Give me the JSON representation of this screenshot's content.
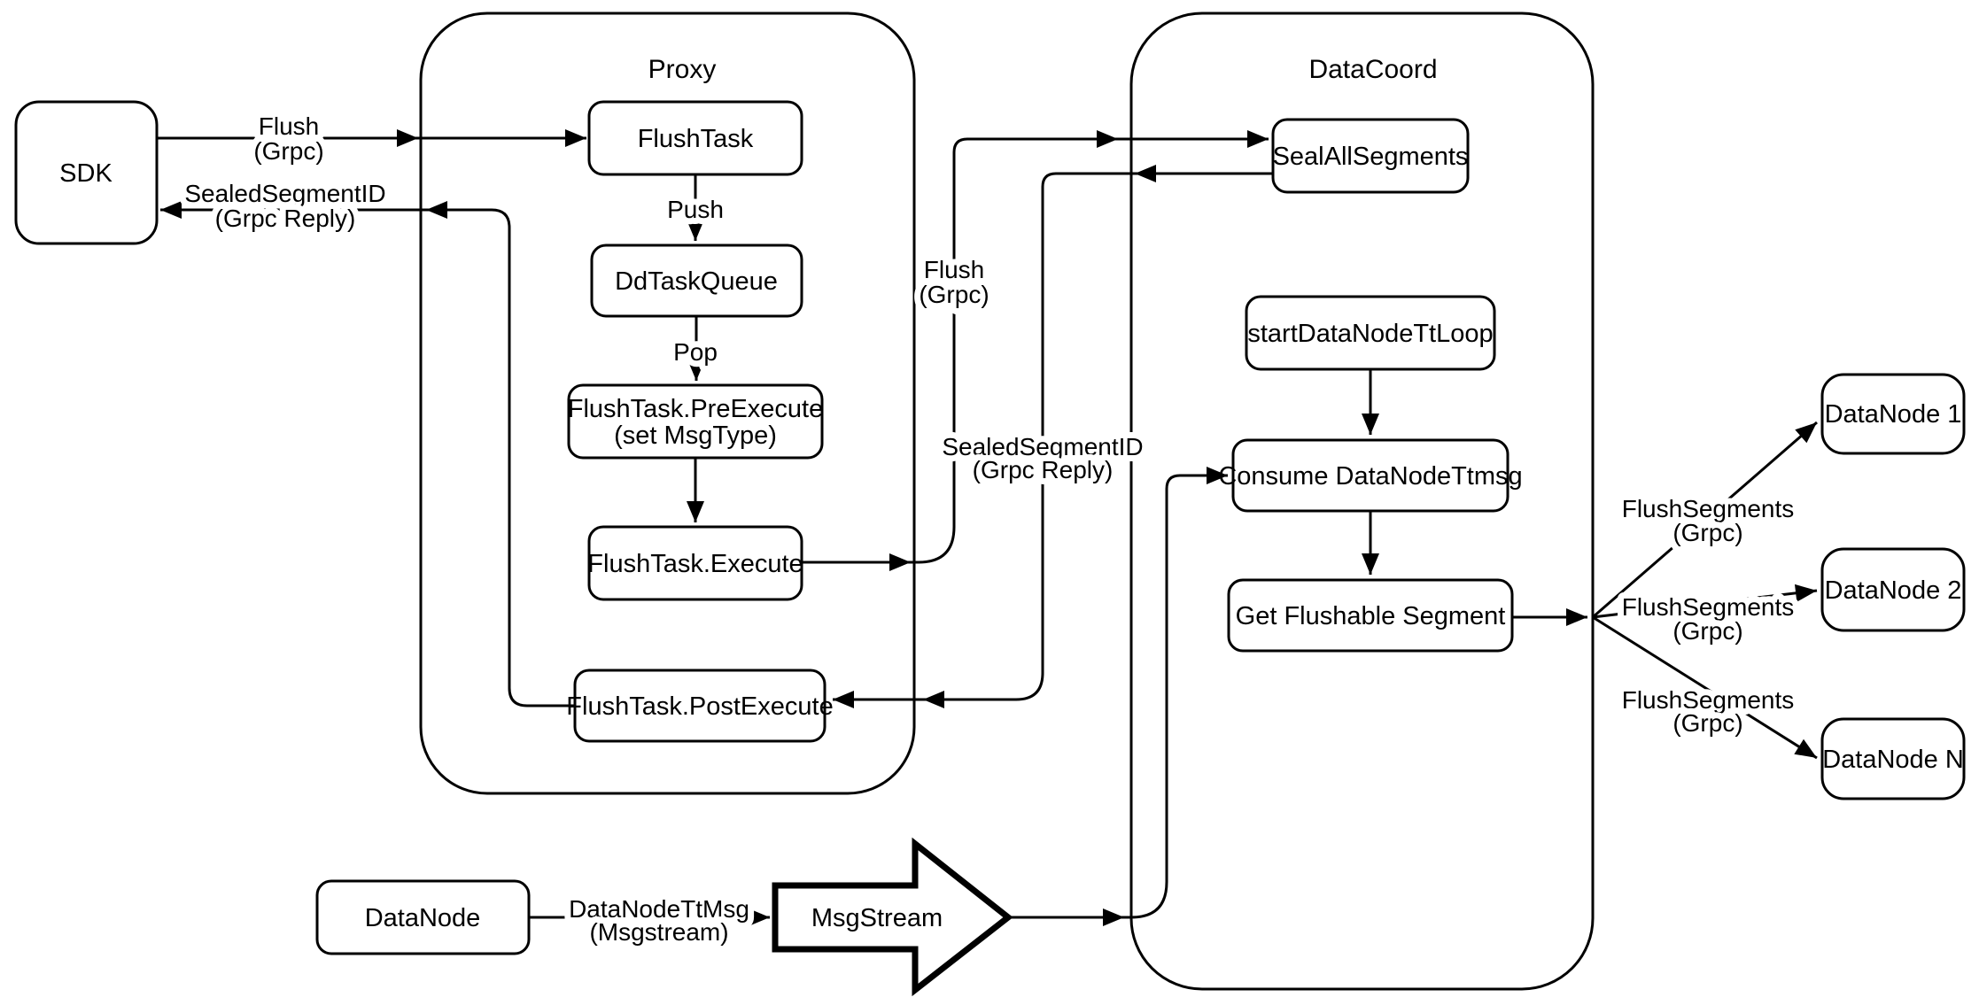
{
  "colors": {
    "stroke": "#000000",
    "background": "#ffffff"
  },
  "containers": {
    "proxy": "Proxy",
    "datacoord": "DataCoord"
  },
  "nodes": {
    "sdk": "SDK",
    "flush_task": "FlushTask",
    "dd_task_queue": "DdTaskQueue",
    "pre_execute_l1": "FlushTask.PreExecute",
    "pre_execute_l2": "(set MsgType)",
    "execute": "FlushTask.Execute",
    "post_execute": "FlushTask.PostExecute",
    "seal_all_segments": "SealAllSegments",
    "start_datanode_tt_loop": "startDataNodeTtLoop",
    "consume_datanode_ttmsg": "Consume DataNodeTtmsg",
    "get_flushable_segment": "Get Flushable Segment",
    "datanode": "DataNode",
    "msgstream": "MsgStream",
    "datanode_1": "DataNode 1",
    "datanode_2": "DataNode 2",
    "datanode_n": "DataNode N"
  },
  "edge_labels": {
    "flush_grpc_l1": "Flush",
    "flush_grpc_l2": "(Grpc)",
    "sealed_reply_l1": "SealedSegmentID",
    "sealed_reply_l2": "(Grpc Reply)",
    "push": "Push",
    "pop": "Pop",
    "flush_grpc_mid_l1": "Flush",
    "flush_grpc_mid_l2": "(Grpc)",
    "sealed_reply_mid_l1": "SealedSegmentID",
    "sealed_reply_mid_l2": "(Grpc Reply)",
    "datanode_tt_msg_l1": "DataNodeTtMsg",
    "datanode_tt_msg_l2": "(Msgstream)",
    "flush_segments_1_l1": "FlushSegments",
    "flush_segments_1_l2": "(Grpc)",
    "flush_segments_2_l1": "FlushSegments",
    "flush_segments_2_l2": "(Grpc)",
    "flush_segments_3_l1": "FlushSegments",
    "flush_segments_3_l2": "(Grpc)"
  }
}
